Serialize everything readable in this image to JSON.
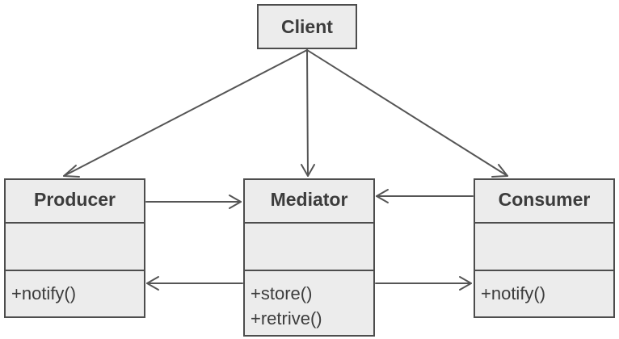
{
  "diagram": {
    "client": {
      "name": "Client"
    },
    "producer": {
      "name": "Producer",
      "methods": [
        "+notify()"
      ]
    },
    "mediator": {
      "name": "Mediator",
      "methods": [
        "+store()",
        "+retrive()"
      ]
    },
    "consumer": {
      "name": "Consumer",
      "methods": [
        "+notify()"
      ]
    }
  },
  "colors": {
    "box_fill": "#ececec",
    "border": "#4d4d4d",
    "arrow": "#555555",
    "text": "#3c3c3c"
  }
}
